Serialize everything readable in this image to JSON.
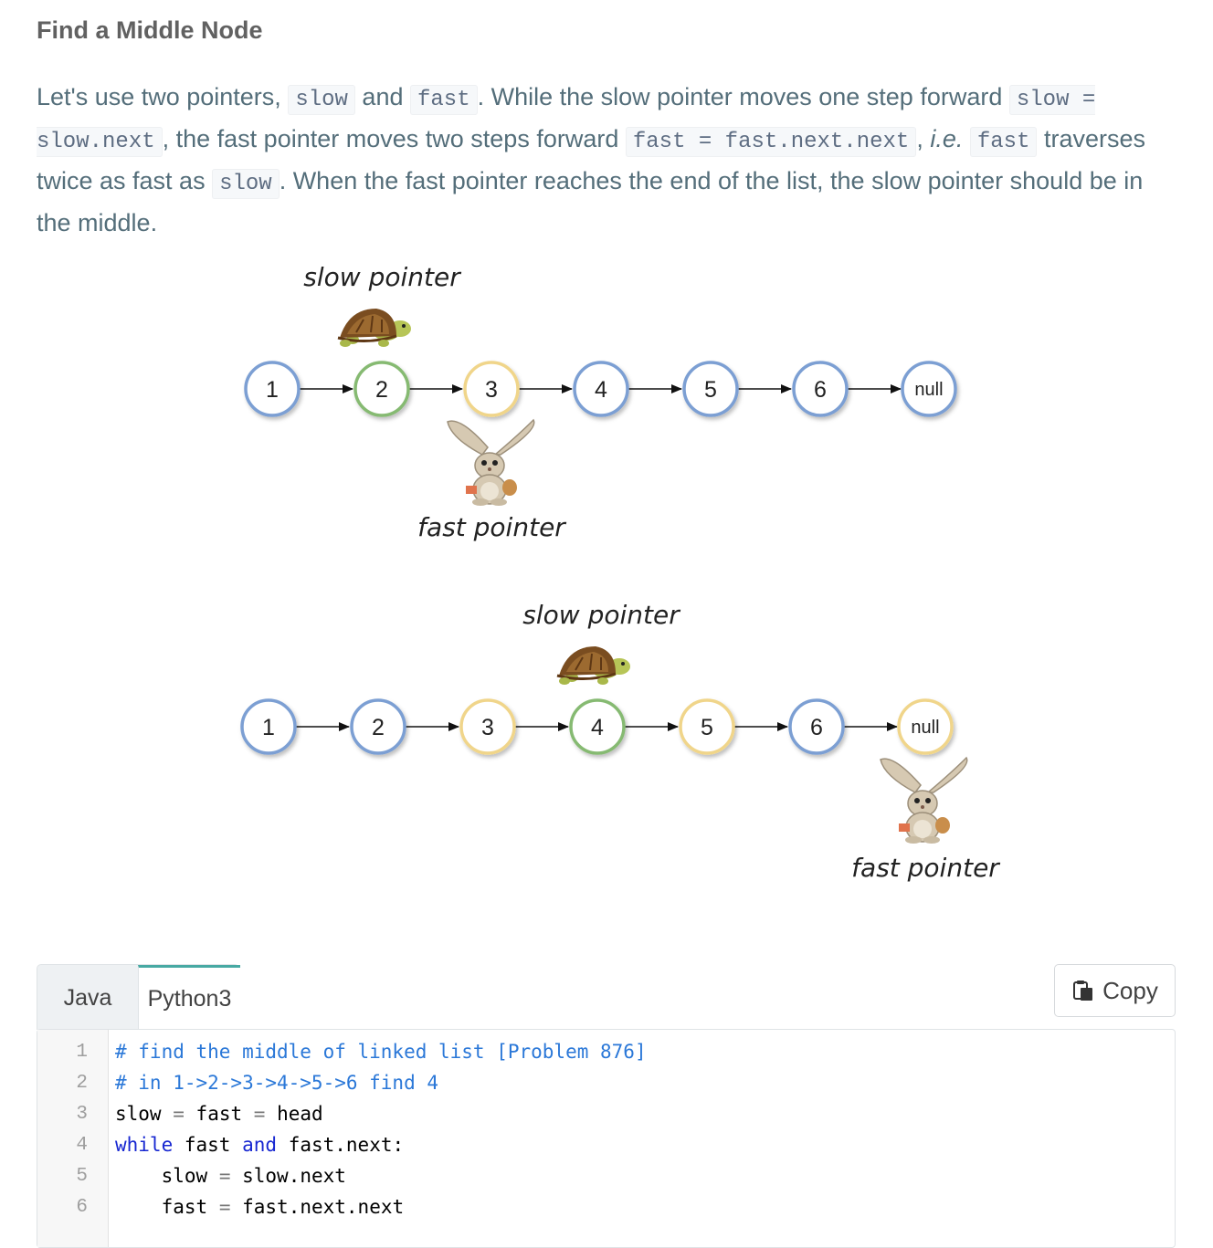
{
  "article": {
    "title": "Find a Middle Node",
    "p": {
      "t1": "Let's use two pointers, ",
      "c1": "slow",
      "t2": " and ",
      "c2": "fast",
      "t3": ". While the slow pointer moves one step forward ",
      "c3": "slow = slow.next",
      "t4": ", the fast pointer moves two steps forward ",
      "c4": "fast = fast.next.next",
      "t5": ", ",
      "t6": "i.e.",
      "t7": " ",
      "c5": "fast",
      "t8": " traverses twice as fast as ",
      "c6": "slow",
      "t9": ". When the fast pointer reaches the end of the list, the slow pointer should be in the middle."
    }
  },
  "figures": [
    {
      "slow_label": "slow pointer",
      "fast_label": "fast pointer",
      "nodes": [
        "1",
        "2",
        "3",
        "4",
        "5",
        "6",
        "null"
      ],
      "node_colors": [
        "#7b9fd3",
        "#86ba72",
        "#f0d58a",
        "#7b9fd3",
        "#7b9fd3",
        "#7b9fd3",
        "#7b9fd3"
      ],
      "slow_node": "2",
      "fast_node": "3"
    },
    {
      "slow_label": "slow pointer",
      "fast_label": "fast pointer",
      "nodes": [
        "1",
        "2",
        "3",
        "4",
        "5",
        "6",
        "null"
      ],
      "node_colors": [
        "#7b9fd3",
        "#7b9fd3",
        "#f0d58a",
        "#86ba72",
        "#f0d58a",
        "#7b9fd3",
        "#f0d58a"
      ],
      "slow_node": "4",
      "fast_node": "null"
    }
  ],
  "code_tabs": {
    "tabs": [
      "Java",
      "Python3"
    ],
    "active": "Python3",
    "copy_label": "Copy"
  },
  "code": {
    "line_numbers": [
      "1",
      "2",
      "3",
      "4",
      "5",
      "6"
    ],
    "lines": [
      "# find the middle of linked list [Problem 876]",
      "# in 1->2->3->4->5->6 find 4",
      "slow = fast = head",
      "while fast and fast.next:",
      "    slow = slow.next",
      "    fast = fast.next.next"
    ]
  }
}
